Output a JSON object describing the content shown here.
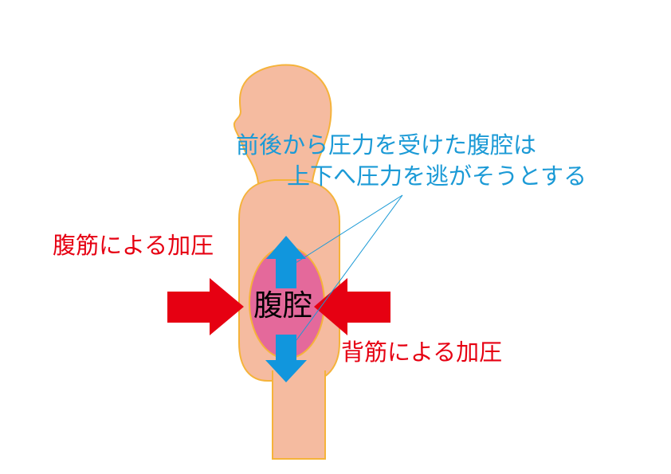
{
  "labels": {
    "abs_pressure": "腹筋による加圧",
    "back_pressure": "背筋による加圧",
    "caption_line1": "前後から圧力を受けた腹腔は",
    "caption_line2": "上下へ圧力を逃がそうとする",
    "cavity": "腹腔"
  },
  "colors": {
    "body_fill": "#f5bba0",
    "body_outline": "#f5b33a",
    "cavity_fill": "#e4699b",
    "cavity_outline": "#f5b33a",
    "red_arrow": "#e60012",
    "blue_arrow": "#1196dd",
    "label_red": "#e60012",
    "label_blue": "#1b9ad6",
    "cavity_text": "#000000",
    "pointer_line": "#1b9ad6"
  }
}
